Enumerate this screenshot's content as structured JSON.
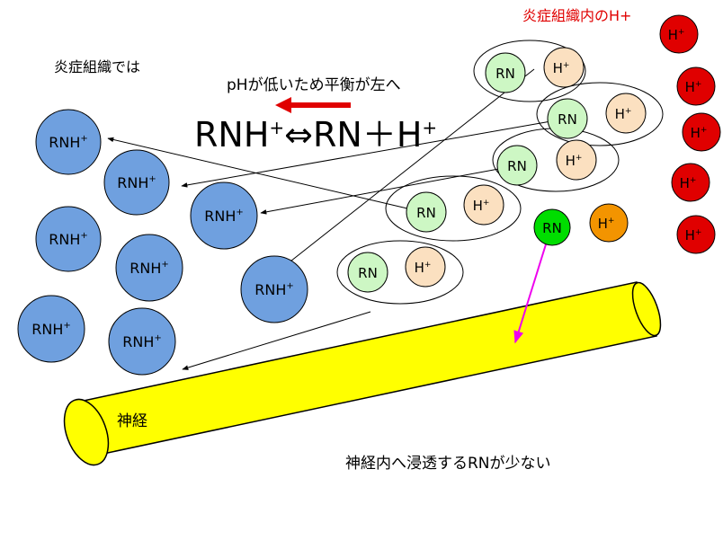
{
  "labels": {
    "inflamed_tissue": "炎症組織では",
    "h_in_tissue": "炎症組織内のH+",
    "ph_note": "pHが低いため平衡が左へ",
    "nerve": "神経",
    "conclusion": "神経内へ浸透するRNが少ない"
  },
  "equation": {
    "left": "RNH",
    "left_sup": "+",
    "arrow": "⇔",
    "right": "RN＋H",
    "right_sup": "+"
  },
  "molecules": {
    "rnh_label": "RNH",
    "rnh_sup": "+",
    "rn_label": "RN",
    "h_label": "H",
    "h_sup": "+"
  },
  "colors": {
    "rnh_fill": "#6fa0df",
    "rn_fill": "#cdf7c4",
    "h_fill": "#fbe0c0",
    "free_rn_fill": "#00dd00",
    "free_h_fill": "#f39400",
    "tissue_h_fill": "#e00000",
    "nerve_fill": "#ffff00",
    "title_red": "#e00000",
    "shift_arrow": "#e00000",
    "permeate_arrow": "#ee00ee"
  }
}
